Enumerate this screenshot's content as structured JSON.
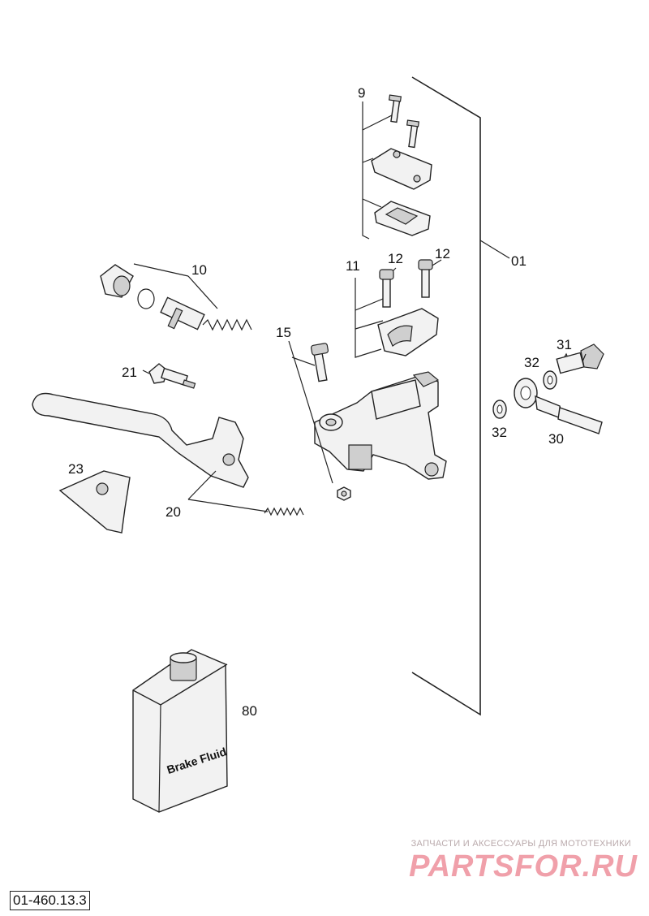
{
  "labels": {
    "p01": "01",
    "p09": "9",
    "p10": "10",
    "p11": "11",
    "p12a": "12",
    "p12b": "12",
    "p15": "15",
    "p20": "20",
    "p21": "21",
    "p23": "23",
    "p30": "30",
    "p31": "31",
    "p32a": "32",
    "p32b": "32",
    "p80": "80"
  },
  "bottle_label": "Brake Fluid",
  "drawing_number": "01-460.13.3",
  "watermark": {
    "line": "ЗАПЧАСТИ И АКСЕССУАРЫ ДЛЯ МОТОТЕХНИКИ",
    "logo": "PARTSFOR.RU"
  },
  "colors": {
    "ink": "#222222",
    "watermark": "#f0a0aa"
  }
}
